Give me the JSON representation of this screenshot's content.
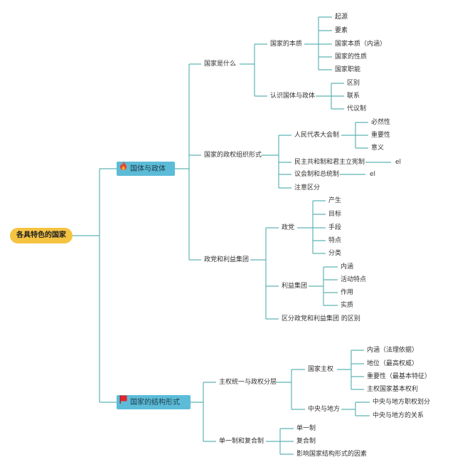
{
  "colors": {
    "line": "#5fb3b3",
    "root_fill": "#f5c342",
    "box_fill": "#5cbcd8",
    "fire": "#e8432b",
    "flag": "#e3262d"
  },
  "root": "各具特色的国家",
  "b1": {
    "label": "国体与政体",
    "icon": "fire-icon",
    "c1": {
      "label": "国家是什么",
      "d1": {
        "label": "国家的本质",
        "items": [
          "起源",
          "要素",
          "国家本质（内涵）",
          "国家的性质",
          "国家职能"
        ]
      },
      "d2": {
        "label": "认识国体与政体",
        "items": [
          "区别",
          "联系",
          "代议制"
        ]
      }
    },
    "c2": {
      "label": "国家的政权组织形式",
      "d1": {
        "label": "人民代表大会制",
        "items": [
          "必然性",
          "重要性",
          "意义"
        ]
      },
      "d2": {
        "label": "民主共和制和君主立宪制",
        "tag": "el"
      },
      "d3": {
        "label": "议会制和总统制",
        "tag": "el"
      },
      "d4": {
        "label": "注意区分"
      }
    },
    "c3": {
      "label": "政党和利益集团",
      "d1": {
        "label": "政党",
        "items": [
          "产生",
          "目标",
          "手段",
          "特点",
          "分类"
        ]
      },
      "d2": {
        "label": "利益集团",
        "items": [
          "内涵",
          "活动特点",
          "作用",
          "实质"
        ]
      },
      "d3": {
        "label": "区分政党和利益集团 的区别"
      }
    }
  },
  "b2": {
    "label": "国家的结构形式",
    "icon": "flag-icon",
    "c1": {
      "label": "主权统一与政权分层",
      "d1": {
        "label": "国家主权",
        "items": [
          "内涵（法理依据）",
          "地位（最高权威）",
          "重要性（最基本特征）",
          "主权国家基本权利"
        ]
      },
      "d2": {
        "label": "中央与地方",
        "items": [
          "中央与地方职权划分",
          "中央与地方的关系"
        ]
      }
    },
    "c2": {
      "label": "单一制和复合制",
      "items": [
        "单一制",
        "复合制",
        "影响国家结构形式的因素"
      ]
    }
  }
}
